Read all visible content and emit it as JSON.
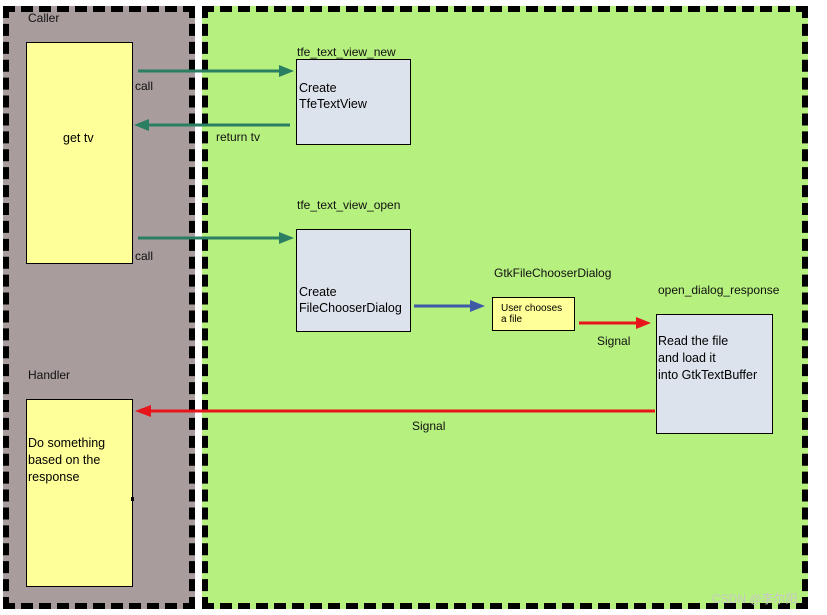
{
  "colors": {
    "caller_region": "#a89c9c",
    "app_region": "#b6f07e",
    "yellow_box": "#ffff99",
    "gray_box": "#dde3ec",
    "arrow_green": "#2a7f62",
    "arrow_blue": "#3d5aa6",
    "arrow_red": "#e8141b"
  },
  "caller": {
    "title": "Caller",
    "box_text": "get tv",
    "call_label_1": "call",
    "call_label_2": "call"
  },
  "handler": {
    "title": "Handler",
    "box_lines": [
      "Do something",
      "based on the",
      "response"
    ]
  },
  "new_fn": {
    "title": "tfe_text_view_new",
    "box_lines": [
      "Create",
      "TfeTextView"
    ],
    "return_label": "return tv"
  },
  "open_fn": {
    "title": "tfe_text_view_open",
    "box_lines": [
      "Create",
      "FileChooserDialog"
    ]
  },
  "dialog": {
    "title": "GtkFileChooserDialog",
    "box_lines": [
      "User chooses",
      "a file"
    ]
  },
  "response_fn": {
    "title": "open_dialog_response",
    "box_lines": [
      "Read the file",
      "and load it",
      "into GtkTextBuffer"
    ],
    "signal_label": "Signal"
  },
  "signal_back_label": "Signal",
  "watermark": "CSDN @李尔阳"
}
